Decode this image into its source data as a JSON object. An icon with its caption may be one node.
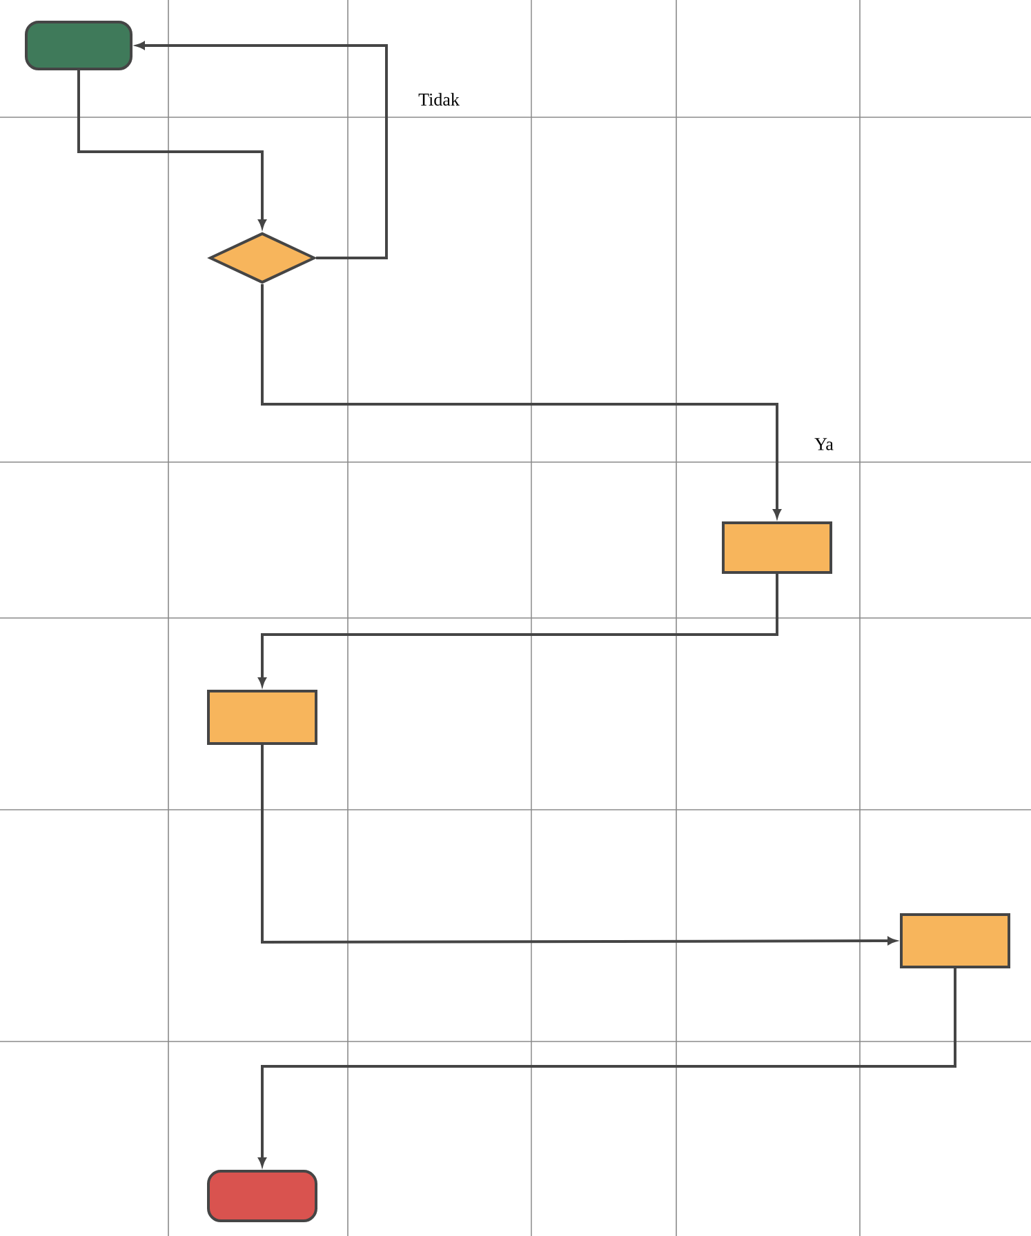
{
  "diagram": {
    "nodes": [
      {
        "text": [],
        "shape": "terminal"
      },
      {
        "text": [],
        "shape": "diamond"
      },
      {
        "text": [],
        "shape": "box"
      },
      {
        "text": [],
        "shape": "box"
      },
      {
        "text": [],
        "shape": "box"
      },
      {
        "text": [],
        "shape": "terminal"
      }
    ],
    "edges": [
      {
        "from": 0,
        "to": 1,
        "arrow": "to"
      },
      {
        "from": 1,
        "to": 0,
        "arrow": "to",
        "label": "Tidak"
      },
      {
        "from": 1,
        "to": 2,
        "arrow": "to",
        "label": "Ya"
      },
      {
        "from": 2,
        "to": 3,
        "arrow": "to"
      },
      {
        "from": 3,
        "to": 4,
        "arrow": "to"
      },
      {
        "from": 4,
        "to": 5,
        "arrow": "to"
      }
    ]
  }
}
